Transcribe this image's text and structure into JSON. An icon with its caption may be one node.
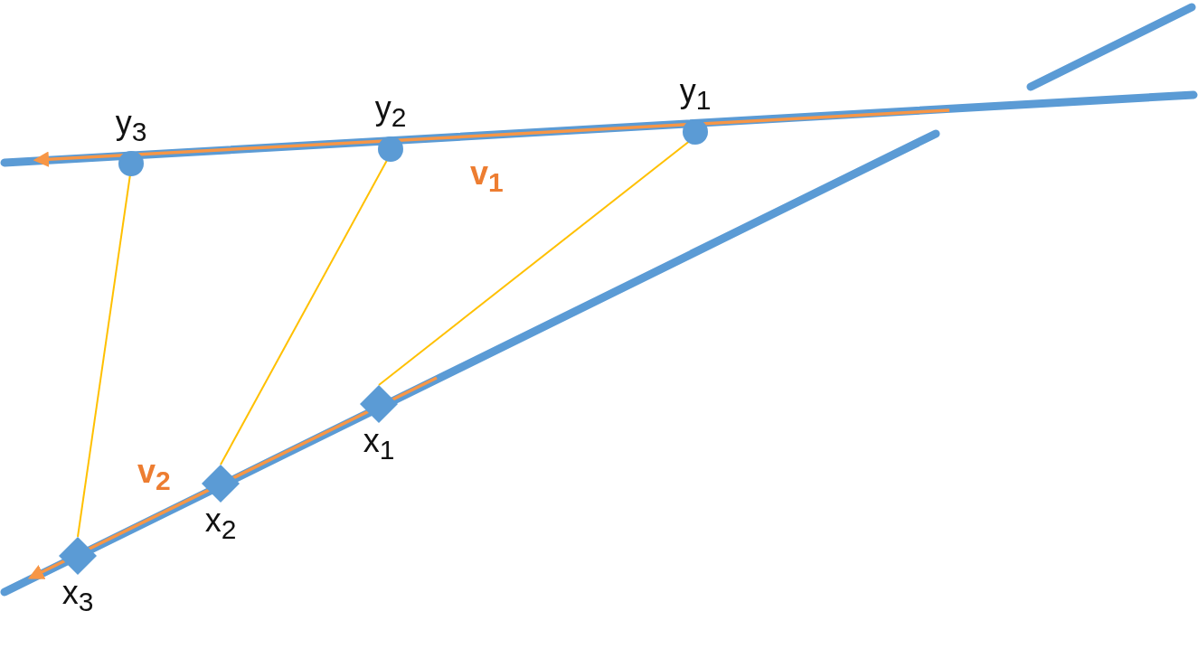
{
  "diagram": {
    "nodes": [
      {
        "text": [
          "y$_{3}$"
        ]
      },
      {
        "text": [
          "y$_{2}$"
        ]
      },
      {
        "text": [
          "y$_{1}$"
        ]
      },
      {
        "text": [
          "x$_{1}$"
        ]
      },
      {
        "text": [
          "x$_{2}$"
        ]
      },
      {
        "text": [
          "x$_{3}$"
        ]
      }
    ],
    "edges": [
      {
        "from": 2,
        "to": 3,
        "arrow": "none"
      },
      {
        "from": 1,
        "to": 4,
        "arrow": "none"
      },
      {
        "from": 0,
        "to": 5,
        "arrow": "none"
      }
    ],
    "labels": [
      "v$_{1}$",
      "v$_{2}$"
    ]
  }
}
